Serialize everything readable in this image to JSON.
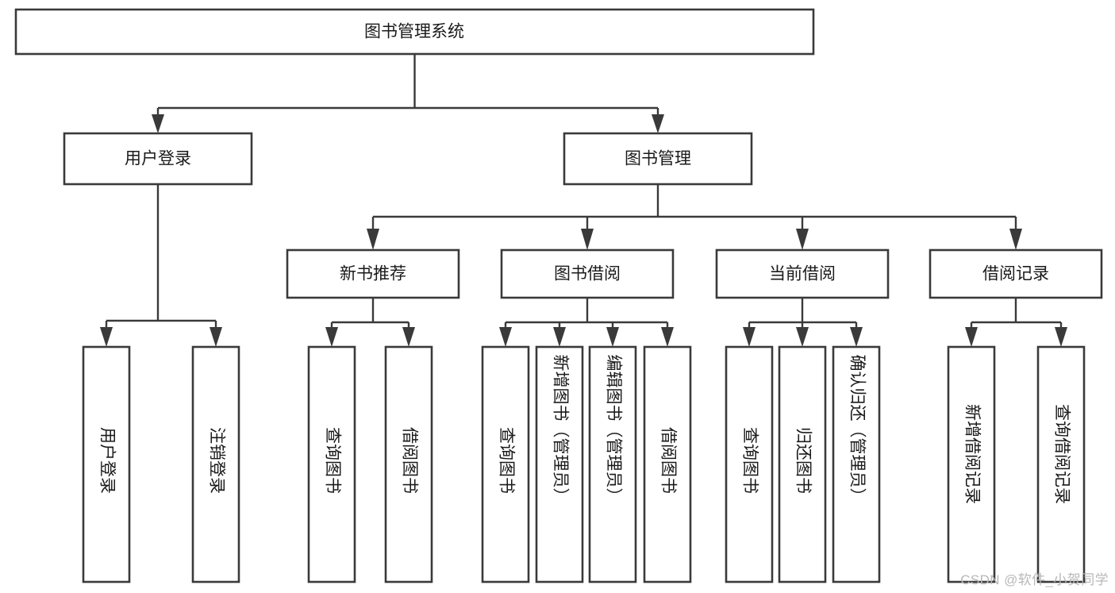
{
  "diagram": {
    "title": "图书管理系统",
    "type": "tree-hierarchy-chart",
    "root": {
      "id": "root",
      "label": "图书管理系统"
    },
    "level2": [
      {
        "id": "user-login",
        "label": "用户登录"
      },
      {
        "id": "book-manage",
        "label": "图书管理"
      }
    ],
    "level3": [
      {
        "id": "new-book-recommend",
        "label": "新书推荐",
        "parent": "book-manage"
      },
      {
        "id": "book-borrow",
        "label": "图书借阅",
        "parent": "book-manage"
      },
      {
        "id": "current-borrow",
        "label": "当前借阅",
        "parent": "book-manage"
      },
      {
        "id": "borrow-record",
        "label": "借阅记录",
        "parent": "book-manage"
      }
    ],
    "leaves": [
      {
        "id": "leaf-user-login",
        "label": "用户登录",
        "parent": "user-login"
      },
      {
        "id": "leaf-logout-login",
        "label": "注销登录",
        "parent": "user-login"
      },
      {
        "id": "leaf-query-book-1",
        "label": "查询图书",
        "parent": "new-book-recommend"
      },
      {
        "id": "leaf-borrow-book-1",
        "label": "借阅图书",
        "parent": "new-book-recommend"
      },
      {
        "id": "leaf-query-book-2",
        "label": "查询图书",
        "parent": "book-borrow"
      },
      {
        "id": "leaf-add-book",
        "label": "新增图书（管理员）",
        "parent": "book-borrow"
      },
      {
        "id": "leaf-edit-book",
        "label": "编辑图书（管理员）",
        "parent": "book-borrow"
      },
      {
        "id": "leaf-borrow-book-2",
        "label": "借阅图书",
        "parent": "book-borrow"
      },
      {
        "id": "leaf-query-book-3",
        "label": "查询图书",
        "parent": "current-borrow"
      },
      {
        "id": "leaf-return-book",
        "label": "归还图书",
        "parent": "current-borrow"
      },
      {
        "id": "leaf-confirm-return",
        "label": "确认归还（管理员）",
        "parent": "current-borrow"
      },
      {
        "id": "leaf-add-record",
        "label": "新增借阅记录",
        "parent": "borrow-record"
      },
      {
        "id": "leaf-query-record",
        "label": "查询借阅记录",
        "parent": "borrow-record"
      }
    ],
    "colors": {
      "stroke": "#3a3a3a",
      "fill": "#ffffff",
      "text": "#1a1a1a",
      "background": "#ffffff",
      "watermark": "#b8b8b8"
    }
  },
  "watermark": {
    "text": "CSDN @软件_小贺同学"
  }
}
